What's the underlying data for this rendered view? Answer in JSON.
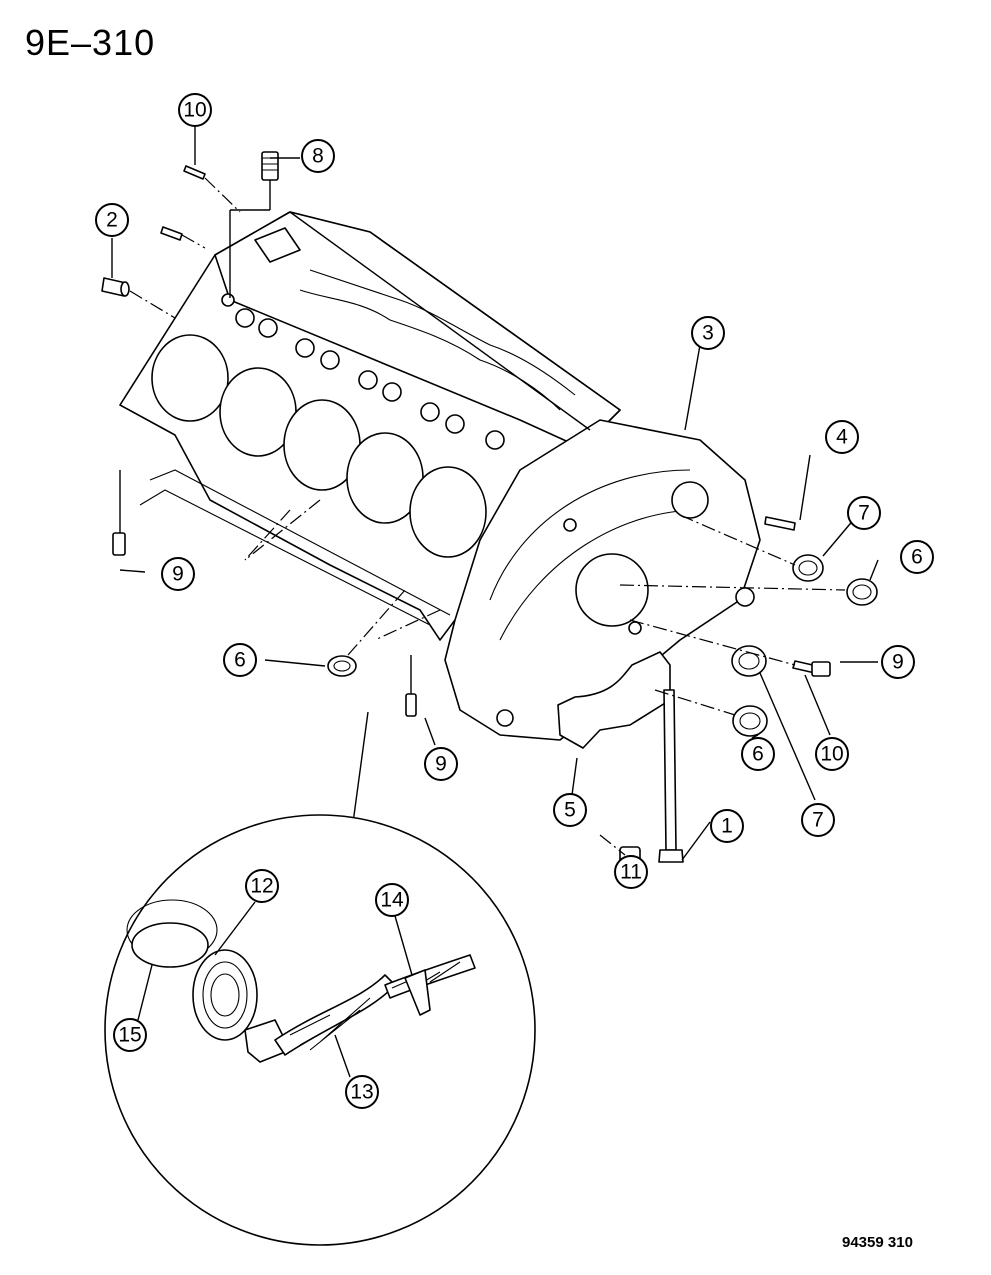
{
  "header": {
    "diagram_code": "9E–310"
  },
  "footer": {
    "drawing_number": "94359  310"
  },
  "callouts": {
    "c1": "1",
    "c2": "2",
    "c3": "3",
    "c4": "4",
    "c5": "5",
    "c6a": "6",
    "c6b": "6",
    "c6c": "6",
    "c7a": "7",
    "c7b": "7",
    "c8": "8",
    "c9a": "9",
    "c9b": "9",
    "c9c": "9",
    "c10a": "10",
    "c10b": "10",
    "c11": "11",
    "c12": "12",
    "c13": "13",
    "c14": "14",
    "c15": "15"
  },
  "colors": {
    "line": "#000000",
    "background": "#ffffff"
  }
}
